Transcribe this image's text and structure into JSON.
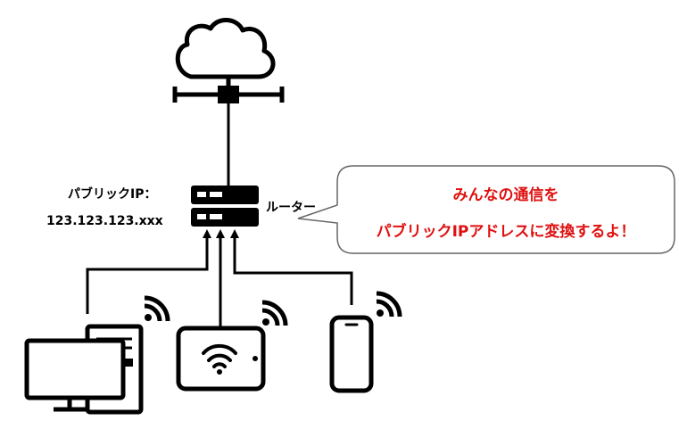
{
  "labels": {
    "public_ip_title": "パブリックIP：",
    "public_ip_address": "123.123.123.xxx",
    "router": "ルーター"
  },
  "speech_bubble": {
    "line1": "みんなの通信を",
    "line2": "パブリックIPアドレスに変換するよ！",
    "text_color": "#e01010"
  },
  "icons": [
    "cloud-icon",
    "network-backbone-icon",
    "router-icon",
    "desktop-pc-icon",
    "tablet-icon",
    "smartphone-icon",
    "wifi-signal-icon"
  ],
  "colors": {
    "stroke": "#000000",
    "bubble_border": "#666666",
    "background": "#ffffff"
  }
}
